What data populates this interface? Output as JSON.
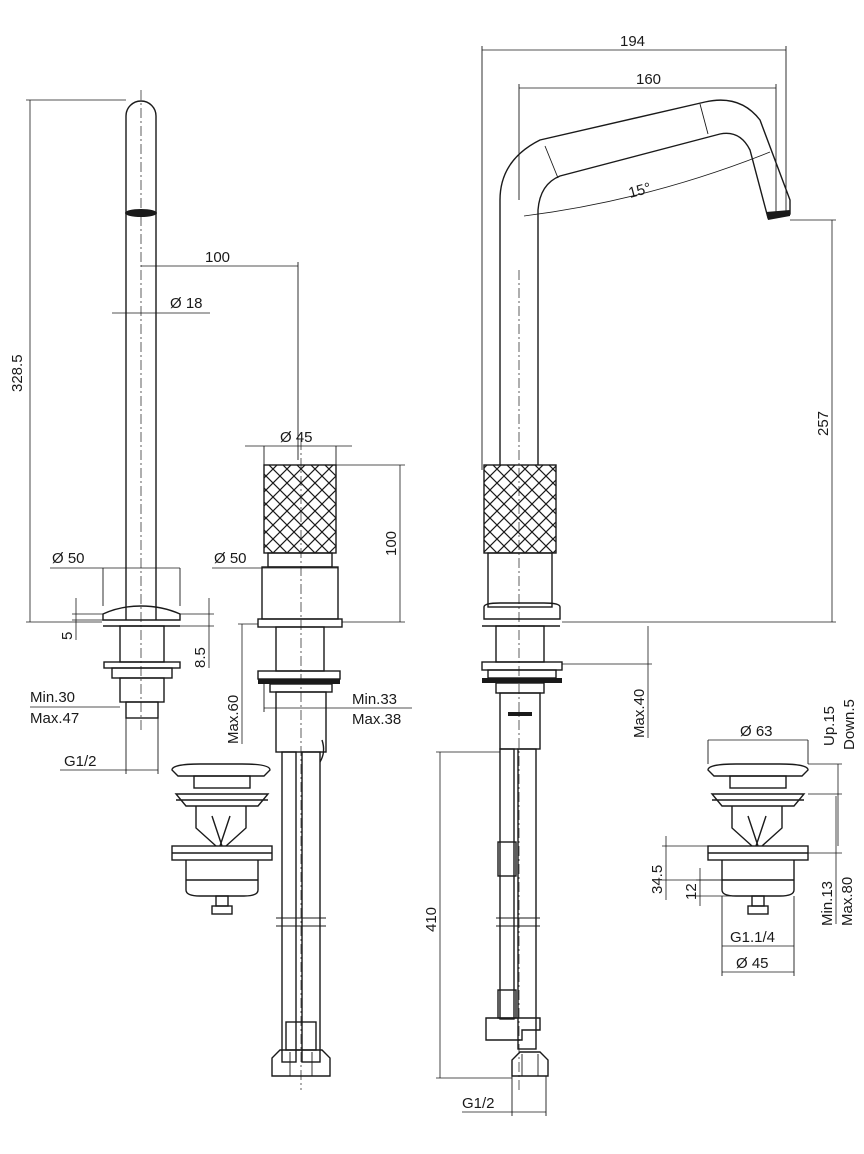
{
  "dimensions": {
    "spout_height": "328.5",
    "spout_offset": "100",
    "spout_diameter": "Ø 18",
    "spout_base_diameter": "Ø 50",
    "spout_flange": "5",
    "spout_base_height": "8.5",
    "spout_deck_min": "Min.30",
    "spout_deck_max": "Max.47",
    "spout_thread": "G1/2",
    "handle_diameter": "Ø 45",
    "handle_height": "100",
    "handle_base_diameter": "Ø 50",
    "handle_max": "Max.60",
    "handle_deck_min": "Min.33",
    "handle_deck_max": "Max.38",
    "mixer_width": "194",
    "mixer_reach": "160",
    "mixer_angle": "15°",
    "mixer_spout_height": "257",
    "mixer_deck_max": "Max.40",
    "mixer_hose": "410",
    "mixer_thread": "G1/2",
    "waste_diameter": "Ø 63",
    "waste_up": "Up.15",
    "waste_down": "Down.5",
    "waste_height": "34.5",
    "waste_neck": "12",
    "waste_min": "Min.13",
    "waste_max": "Max.80",
    "waste_thread": "G1.1/4",
    "waste_body_diameter": "Ø 45"
  }
}
